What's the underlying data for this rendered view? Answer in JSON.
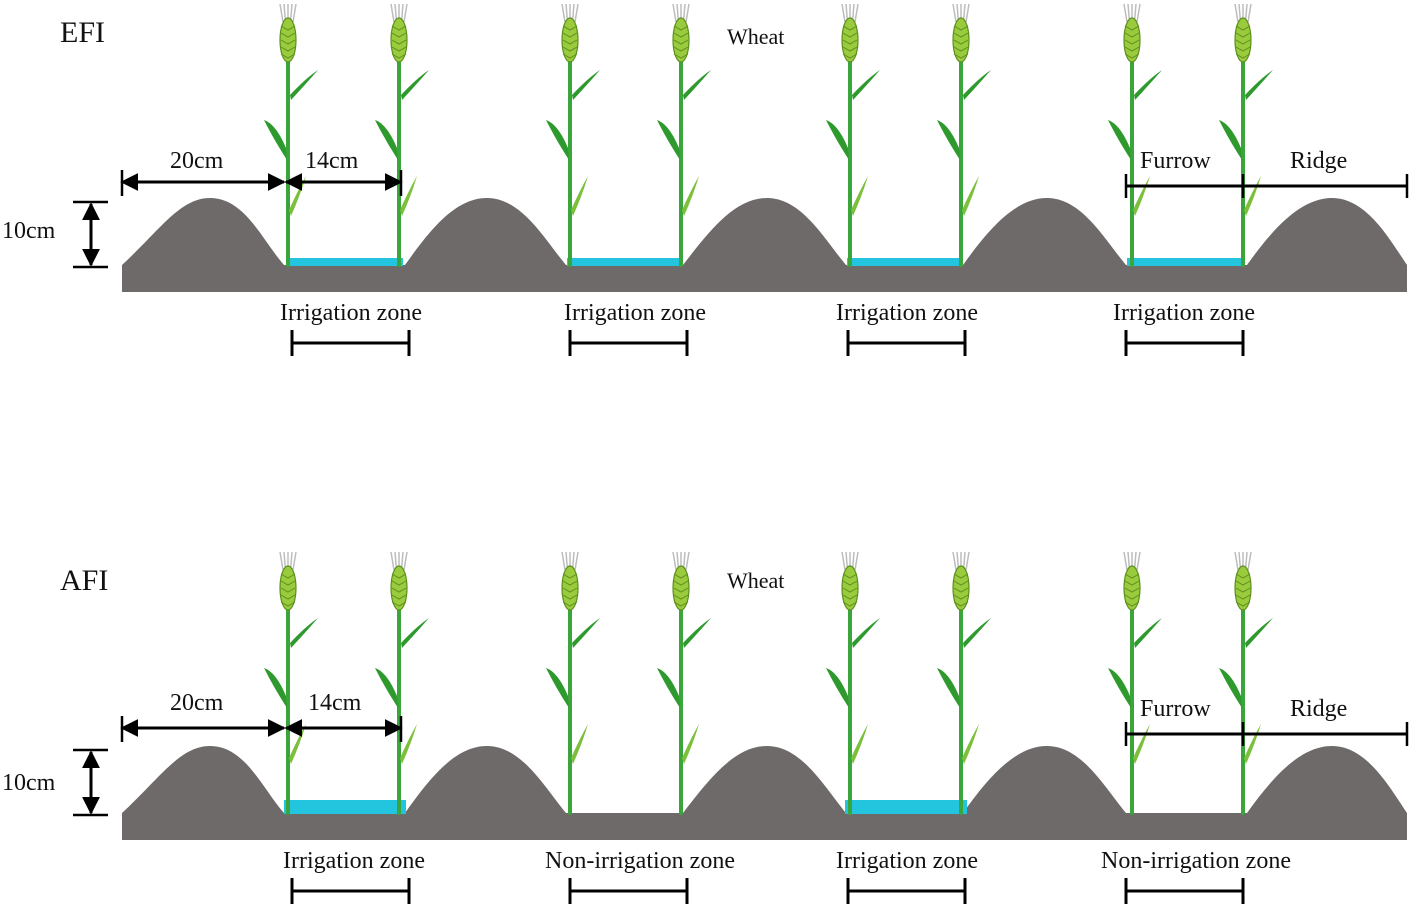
{
  "panels": [
    {
      "id": "efi",
      "title": "EFI",
      "plant_label": "Wheat",
      "dim_row_spacing": "20cm",
      "dim_plant_spacing": "14cm",
      "dim_ridge_height": "10cm",
      "furrow_label": "Furrow",
      "ridge_label": "Ridge",
      "zones": [
        {
          "label": "Irrigation zone",
          "irrigated": true
        },
        {
          "label": "Irrigation zone",
          "irrigated": true
        },
        {
          "label": "Irrigation zone",
          "irrigated": true
        },
        {
          "label": "Irrigation zone",
          "irrigated": true
        }
      ]
    },
    {
      "id": "afi",
      "title": "AFI",
      "plant_label": "Wheat",
      "dim_row_spacing": "20cm",
      "dim_plant_spacing": "14cm",
      "dim_ridge_height": "10cm",
      "furrow_label": "Furrow",
      "ridge_label": "Ridge",
      "zones": [
        {
          "label": "Irrigation zone",
          "irrigated": true
        },
        {
          "label": "Non-irrigation zone",
          "irrigated": false
        },
        {
          "label": "Irrigation zone",
          "irrigated": true
        },
        {
          "label": "Non-irrigation zone",
          "irrigated": false
        }
      ]
    }
  ],
  "colors": {
    "soil": "#6f6a6a",
    "water": "#22c4de",
    "plant": "#3aa53a"
  }
}
